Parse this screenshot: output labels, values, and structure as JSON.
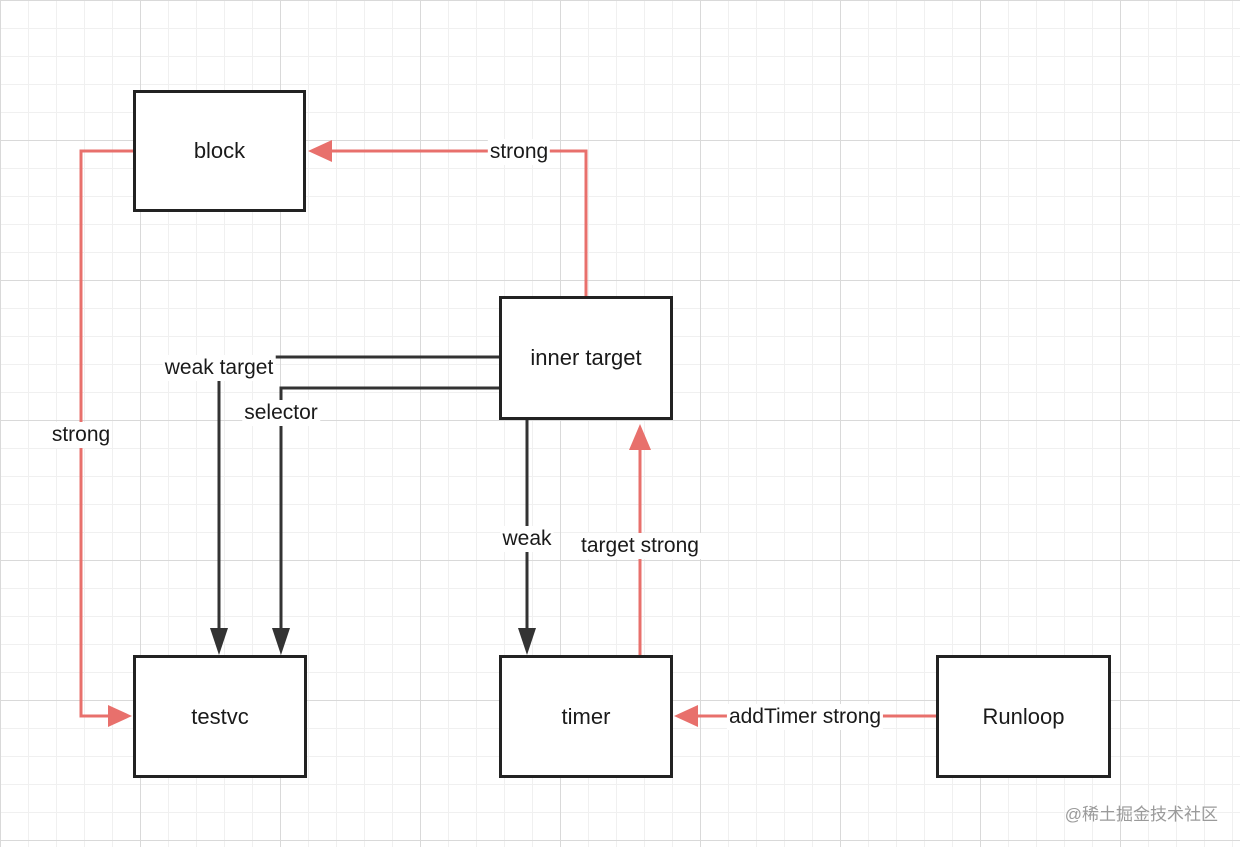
{
  "nodes": {
    "block": "block",
    "inner_target": "inner target",
    "testvc": "testvc",
    "timer": "timer",
    "runloop": "Runloop"
  },
  "edges": {
    "inner_to_block": "strong",
    "block_to_testvc": "strong",
    "inner_weak_target": "weak target",
    "inner_selector": "selector",
    "inner_to_timer": "weak",
    "timer_to_inner": "target strong",
    "runloop_to_timer": "addTimer strong"
  },
  "colors": {
    "strong_edge": "#e8706c",
    "weak_edge": "#333333",
    "node_border": "#222222"
  },
  "watermark": "@稀土掘金技术社区"
}
